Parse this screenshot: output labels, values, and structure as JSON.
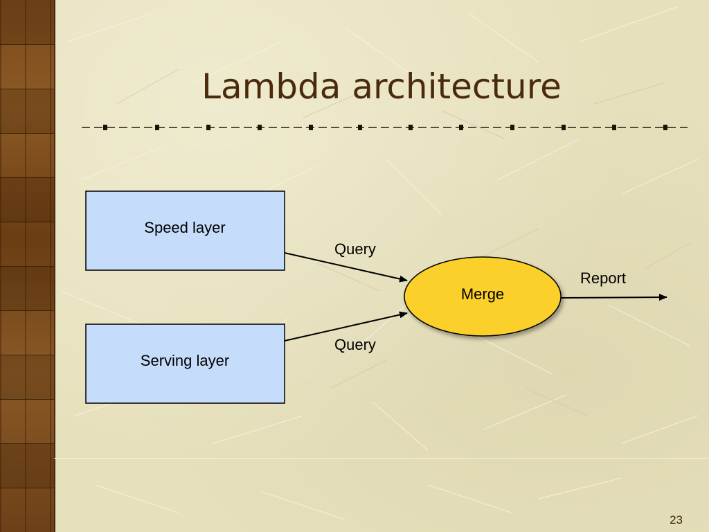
{
  "slide": {
    "title": "Lambda architecture",
    "page_number": "23"
  },
  "diagram": {
    "nodes": {
      "speed_layer": "Speed layer",
      "serving_layer": "Serving layer",
      "merge": "Merge"
    },
    "edges": {
      "query_top": "Query",
      "query_bottom": "Query",
      "report": "Report"
    }
  },
  "colors": {
    "title": "#4a2a0c",
    "box_fill": "#c5dcfb",
    "merge_fill": "#fbd02c",
    "background": "#e6e0bc",
    "wood": "#7a4a1c"
  }
}
